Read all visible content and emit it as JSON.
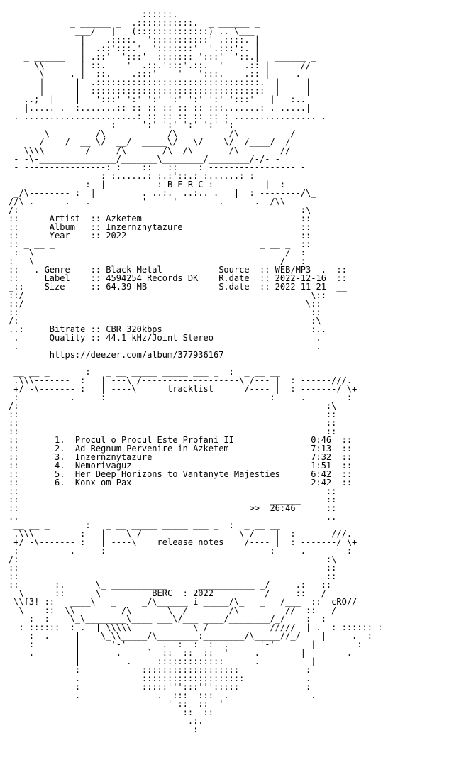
{
  "nfo": {
    "lines": [
      "                          ::::::.              ",
      "            _ ______ _  .:::::::::::.  _ ______ _",
      "             ___/   |   (::::::::::::::) .. \\___",
      "              |    .::::.  ':::::::::::' .::::. |",
      "              |  .::':::.'  ':::::::'  '.:::':. |",
      "   _ ______   | .::'  ':::'  ::::::: ':::'  '::.|   ______ _",
      "     \\\\       | ::.    '  .::.':::'.::.  '    .:: |      //",
      "      \\     . |  ::.    .:::'    '   ':::.    .:: |     .",
      "      |      |  .::::::::::::::::::::::::::::::::.  |     |",
      "      |      |  ::::::::::::::::::::::::::::::::::  |     |",
      "   ..;  |    |   ':::' ':' ':' ':' ':' ':' ':::'   |   :..",
      "   |..... .  :.......:: :: :: :: :: :: :::.......: . .....|",
      " . ......................: :: :: :: :: :: : ................ .",
      "                    :     ':' ':' ':' ':' ':       ",
      "   _ __\\_ __    _/\\    ________/\\   __  ___/\\   _______/_  _",
      "      /    /  __ \\/  __/  _____\\/   \\/    \\/  /____/  /",
      "   \\\\\\\\________/_____/\\_______/\\__/\\_______/\\________//",
      " - -\\-_______________/_______\\________/________/-/- -",
      " - ----------------: :    ::   ::    : ----------------- -",
      "                  : :......: :.:'::.: :......: :",
      "  ___ _        :  | -------- : B E R C : -------- |  :    _ ___",
      " _/\\-------- :  |         . ..:.  ..:.. .   |  : --------/\\_",
      "//\\ .      .   .          '     '        .      .  /\\\\",
      "/:                                                       :\\",
      "::      Artist  :: Azketem                               ::",
      "::      Album   :: Inzernznytazure                       ::",
      "::      Year    :: 2022                                  ::",
      ":: _ __ _                                        _ __ _  ::",
      "-:--\\-------------------------------------------------/--:-",
      ":   \\                                                /   :",
      "::   . Genre    :: Black Metal           Source  :: WEB/MP3  .  ::",
      "::     Label    :: 4594254 Records DK    R.date  :: 2022-12-16  ::",
      "_::    Size     :: 64.39 MB              S.date  :: 2022-11-21  __",
      "::/                                                        \\::",
      "::/-------------------------------------------------------\\::",
      "::                                                         ::",
      "/:                                                         :\\",
      "..:     Bitrate :: CBR 320kbps                             :..",
      " .      Quality :: 44.1 kHz/Joint Stereo                    .",
      " .                                                          .",
      "        https://deezer.com/album/377936167",
      "",
      " __ __ _       :   _ __ _____ _____ ___ _  :  _ __ __",
      " .\\\\\\-------  :   | ---\\ /-------------------\\ /--- |  : ------///.",
      " +/ -\\------- :   | ----\\      tracklist      /---- |  : -------/ \\+",
      " :          .     :                                :     .        :",
      "/:                                                            :\\",
      "::                                                            ::",
      "::                                                            ::",
      "::                                                            ::",
      "::       1.  Procul o Procul Este Profani II               0:46  ::",
      "::       2.  Ad Regnum Pervenire in Azketem                7:13  ::",
      "::       3.  Inzernznytazure                               7:32  ::",
      "::       4.  Nemorivaguz                                   1:51  ::",
      "::       5.  Her Deep Horizons to Vantanyte Majesties      6:42  ::",
      "::       6.  Konx om Pax                                   2:42  ::",
      "::                                                            ::",
      "::                                                 ______     ::",
      "::                                             >>  26:46      ::",
      "..                                                            ..",
      " __ __ _       :   _ __ _____ _____ ___ _  :  _ __ __",
      " .\\\\\\-------  :   | ---\\ /-------------------\\ /--- |  : ------///.",
      " +/ -\\------- :   | ----\\    release notes    /---- |  : -------/ \\+",
      " :          .     :                                :     .        :",
      "/:                                                            :\\",
      "::                                                            ::",
      "::                                                            ::",
      "::       :.      \\_ ___________      ___________ _/     .:   ::",
      "__\\_     ::      \\_         BERC  : 2022         _/     ::  _/__",
      " \\\\f3! ::   ____\\   _     _/\\______ i _____/\\_   _   /___  ::  cRO//",
      "  \\_   ::  \\\\__     __/\\_______\\  / _______/\\__     __//  ::  _/",
      "    :  :    \\_\\________\\____ ___\\/___ ____/________/_/    :  :",
      "  : ::::::  : .  | \\\\\\\\\\__ _________\\ /_________ __/////  | .  : :::::: :",
      "    :  .     |    \\_\\\\_____/\\________:________/\\_____//_/    |     .  :",
      "    :        |      '-'       .  :  :  :  .      '-'       |        :",
      "    .        |       .     `  ::  ::  ::  '     .        |        .",
      "             |         .     :::::::::::::      .          |",
      "             :            :::::::::::::::::::             :",
      "             .            ::::::::::::::::::::            .",
      "             :            :::::''':::''':::::             :",
      "             .               .  :::  :::  .                .",
      "                               ' ::  ::  '",
      "                                  ::  ::",
      "                                   .:.",
      "                                    :"
    ]
  }
}
